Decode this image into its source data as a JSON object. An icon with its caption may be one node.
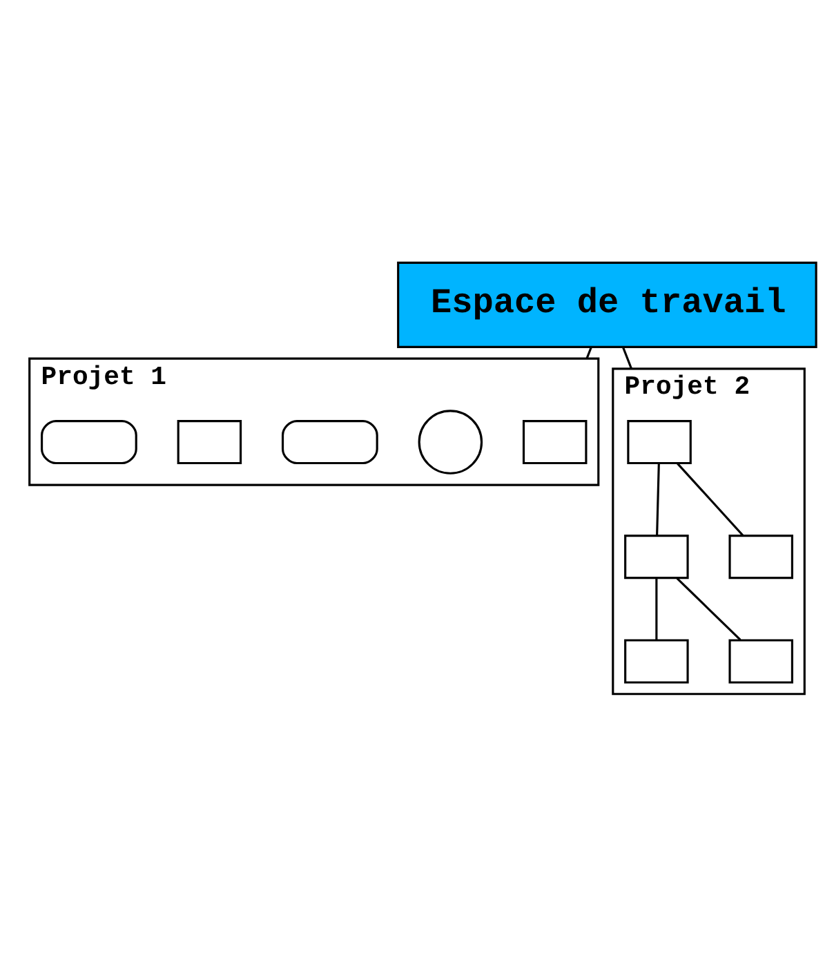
{
  "diagram": {
    "nodes": [
      {
        "text": [
          "Espace de travail"
        ]
      },
      {
        "text": [
          "Projet 1"
        ]
      },
      {
        "text": [
          "Projet 2"
        ]
      },
      {
        "text": [],
        "shape": "box",
        "in": 1
      },
      {
        "text": [],
        "shape": "circle",
        "in": 1
      },
      {
        "text": [],
        "shape": "pill",
        "in": 1
      },
      {
        "text": [],
        "shape": "box",
        "in": 1
      },
      {
        "text": [],
        "shape": "pill",
        "in": 1
      },
      {
        "text": [],
        "shape": "box",
        "in": 2
      },
      {
        "text": [],
        "shape": "box",
        "in": 2
      },
      {
        "text": [],
        "shape": "box",
        "in": 2
      },
      {
        "text": [],
        "shape": "box",
        "in": 2
      },
      {
        "text": [],
        "shape": "box",
        "in": 2
      }
    ],
    "edges": [
      {
        "from": 0,
        "to": 1,
        "arrow": "none"
      },
      {
        "from": 0,
        "to": 2,
        "arrow": "none"
      },
      {
        "from": 8,
        "to": 9,
        "arrow": "none"
      },
      {
        "from": 8,
        "to": 10,
        "arrow": "none"
      },
      {
        "from": 9,
        "to": 11,
        "arrow": "none"
      },
      {
        "from": 9,
        "to": 12,
        "arrow": "none"
      }
    ]
  }
}
